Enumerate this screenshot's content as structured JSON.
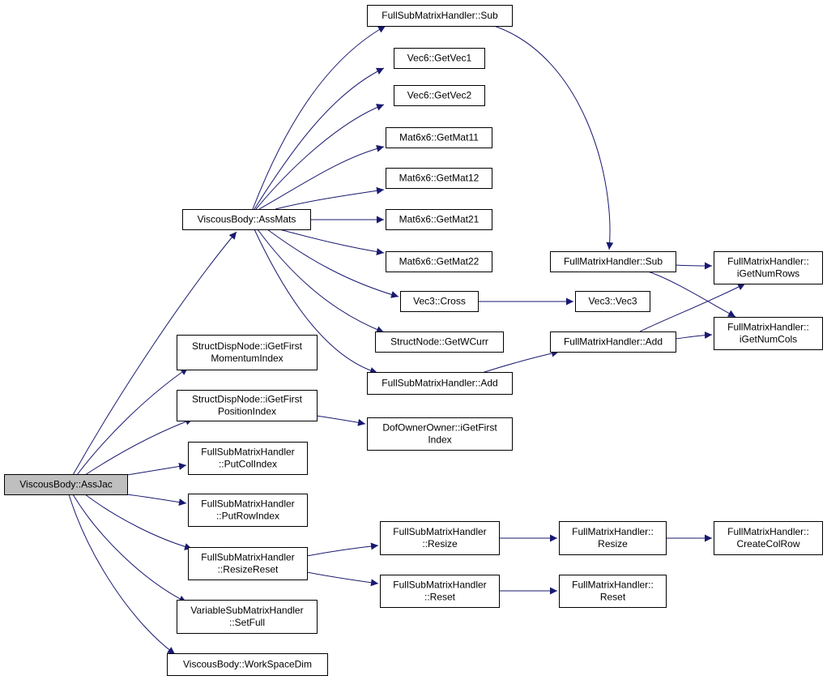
{
  "colors": {
    "edge": "#191970",
    "node_fill": "#ffffff",
    "root_fill": "#bfbfbf",
    "border": "#000000"
  },
  "nodes": [
    {
      "id": "root",
      "lines": [
        "ViscousBody::AssJac"
      ],
      "highlight": true
    },
    {
      "id": "assmats",
      "lines": [
        "ViscousBody::AssMats"
      ]
    },
    {
      "id": "momentum",
      "lines": [
        "StructDispNode::iGetFirst",
        "MomentumIndex"
      ]
    },
    {
      "id": "position",
      "lines": [
        "StructDispNode::iGetFirst",
        "PositionIndex"
      ]
    },
    {
      "id": "putcol",
      "lines": [
        "FullSubMatrixHandler",
        "::PutColIndex"
      ]
    },
    {
      "id": "putrow",
      "lines": [
        "FullSubMatrixHandler",
        "::PutRowIndex"
      ]
    },
    {
      "id": "resizereset",
      "lines": [
        "FullSubMatrixHandler",
        "::ResizeReset"
      ]
    },
    {
      "id": "setfull",
      "lines": [
        "VariableSubMatrixHandler",
        "::SetFull"
      ]
    },
    {
      "id": "workspacedim",
      "lines": [
        "ViscousBody::WorkSpaceDim"
      ]
    },
    {
      "id": "fsub_sub",
      "lines": [
        "FullSubMatrixHandler::Sub"
      ]
    },
    {
      "id": "vec6_getvec1",
      "lines": [
        "Vec6::GetVec1"
      ]
    },
    {
      "id": "vec6_getvec2",
      "lines": [
        "Vec6::GetVec2"
      ]
    },
    {
      "id": "getmat11",
      "lines": [
        "Mat6x6::GetMat11"
      ]
    },
    {
      "id": "getmat12",
      "lines": [
        "Mat6x6::GetMat12"
      ]
    },
    {
      "id": "getmat21",
      "lines": [
        "Mat6x6::GetMat21"
      ]
    },
    {
      "id": "getmat22",
      "lines": [
        "Mat6x6::GetMat22"
      ]
    },
    {
      "id": "vec3_cross",
      "lines": [
        "Vec3::Cross"
      ]
    },
    {
      "id": "getwcurr",
      "lines": [
        "StructNode::GetWCurr"
      ]
    },
    {
      "id": "fsub_add",
      "lines": [
        "FullSubMatrixHandler::Add"
      ]
    },
    {
      "id": "dofowner",
      "lines": [
        "DofOwnerOwner::iGetFirst",
        "Index"
      ]
    },
    {
      "id": "fsub_resize",
      "lines": [
        "FullSubMatrixHandler",
        "::Resize"
      ]
    },
    {
      "id": "fsub_reset",
      "lines": [
        "FullSubMatrixHandler",
        "::Reset"
      ]
    },
    {
      "id": "full_sub",
      "lines": [
        "FullMatrixHandler::Sub"
      ]
    },
    {
      "id": "full_add",
      "lines": [
        "FullMatrixHandler::Add"
      ]
    },
    {
      "id": "vec3_vec3",
      "lines": [
        "Vec3::Vec3"
      ]
    },
    {
      "id": "full_resize",
      "lines": [
        "FullMatrixHandler::",
        "Resize"
      ]
    },
    {
      "id": "full_reset",
      "lines": [
        "FullMatrixHandler::",
        "Reset"
      ]
    },
    {
      "id": "getnumrows",
      "lines": [
        "FullMatrixHandler::",
        "iGetNumRows"
      ]
    },
    {
      "id": "getnumcols",
      "lines": [
        "FullMatrixHandler::",
        "iGetNumCols"
      ]
    },
    {
      "id": "createcolrow",
      "lines": [
        "FullMatrixHandler::",
        "CreateColRow"
      ]
    }
  ],
  "edges": [
    [
      "root",
      "assmats"
    ],
    [
      "root",
      "momentum"
    ],
    [
      "root",
      "position"
    ],
    [
      "root",
      "putcol"
    ],
    [
      "root",
      "putrow"
    ],
    [
      "root",
      "resizereset"
    ],
    [
      "root",
      "setfull"
    ],
    [
      "root",
      "workspacedim"
    ],
    [
      "assmats",
      "fsub_sub"
    ],
    [
      "assmats",
      "vec6_getvec1"
    ],
    [
      "assmats",
      "vec6_getvec2"
    ],
    [
      "assmats",
      "getmat11"
    ],
    [
      "assmats",
      "getmat12"
    ],
    [
      "assmats",
      "getmat21"
    ],
    [
      "assmats",
      "getmat22"
    ],
    [
      "assmats",
      "vec3_cross"
    ],
    [
      "assmats",
      "getwcurr"
    ],
    [
      "assmats",
      "fsub_add"
    ],
    [
      "fsub_sub",
      "full_sub"
    ],
    [
      "fsub_add",
      "full_add"
    ],
    [
      "vec3_cross",
      "vec3_vec3"
    ],
    [
      "position",
      "dofowner"
    ],
    [
      "resizereset",
      "fsub_resize"
    ],
    [
      "resizereset",
      "fsub_reset"
    ],
    [
      "fsub_resize",
      "full_resize"
    ],
    [
      "fsub_reset",
      "full_reset"
    ],
    [
      "full_resize",
      "createcolrow"
    ],
    [
      "full_sub",
      "getnumrows"
    ],
    [
      "full_sub",
      "getnumcols"
    ],
    [
      "full_add",
      "getnumrows"
    ],
    [
      "full_add",
      "getnumcols"
    ]
  ]
}
